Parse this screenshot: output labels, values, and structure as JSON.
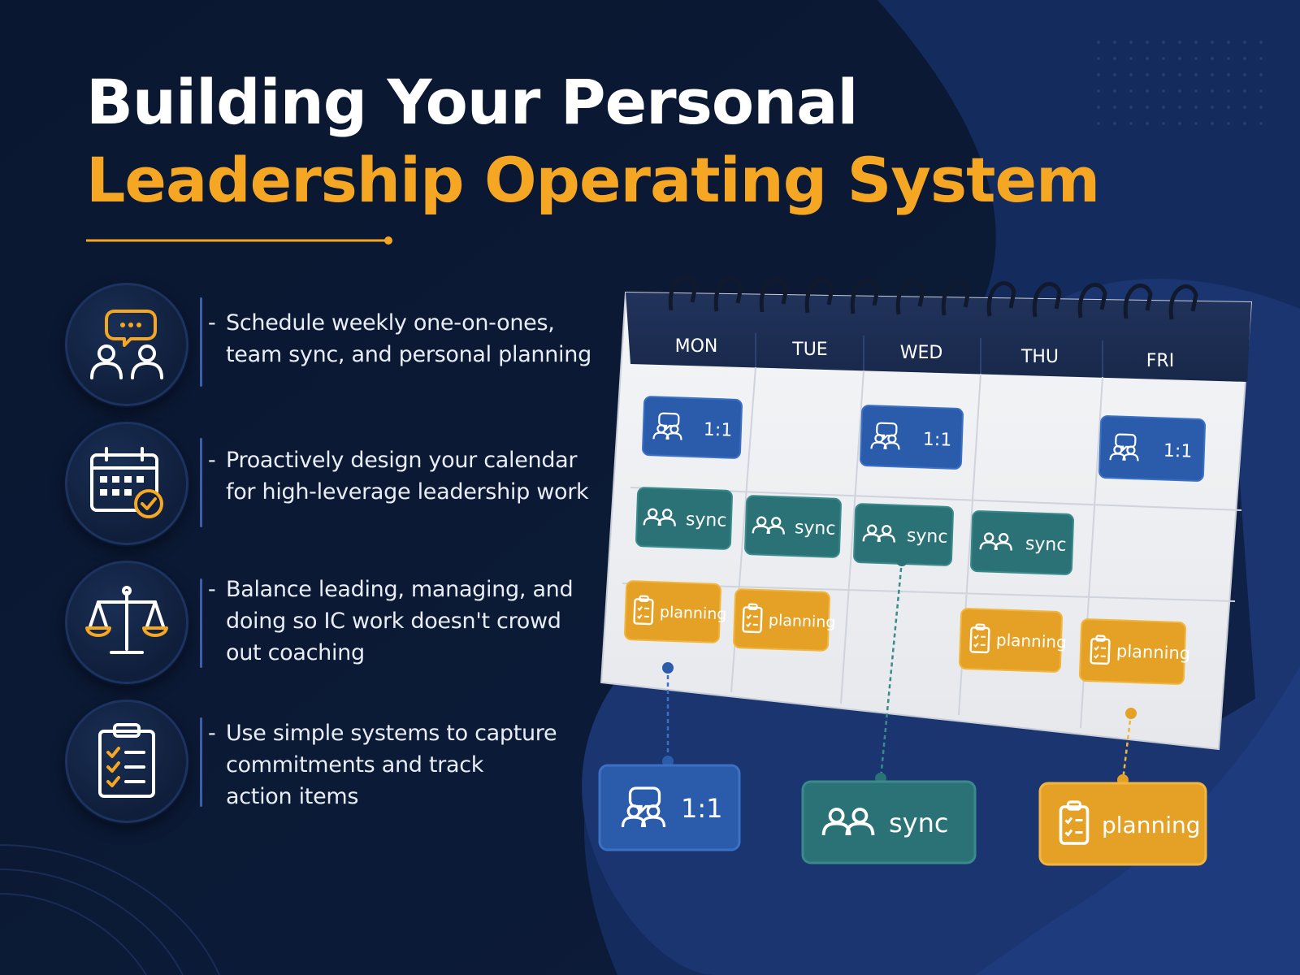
{
  "title": {
    "line1": "Building Your Personal",
    "line2": "Leadership Operating System"
  },
  "colors": {
    "background": "#0b1a33",
    "accent_orange": "#f5a623",
    "chip_blue": "#2a5cab",
    "chip_teal": "#2a7275",
    "chip_orange": "#e5a126",
    "calendar_header": "#1a2a4e"
  },
  "bullets": [
    {
      "icon": "people-chat-icon",
      "dash": "-",
      "lines": [
        "Schedule weekly one-on-ones,",
        "team sync, and personal planning"
      ]
    },
    {
      "icon": "calendar-check-icon",
      "dash": "-",
      "lines": [
        "Proactively design your calendar",
        "for high-leverage leadership work"
      ]
    },
    {
      "icon": "balance-scale-icon",
      "dash": "-",
      "lines": [
        "Balance leading, managing, and",
        "doing so IC work doesn't crowd",
        "out coaching"
      ]
    },
    {
      "icon": "clipboard-checklist-icon",
      "dash": "-",
      "lines": [
        "Use simple systems to capture",
        "commitments and track",
        "action items"
      ]
    }
  ],
  "calendar": {
    "days": [
      "MON",
      "TUE",
      "WED",
      "THU",
      "FRI"
    ],
    "chips": {
      "one_on_one": "1:1",
      "sync": "sync",
      "planning": "planning"
    }
  },
  "legend": {
    "one_on_one": "1:1",
    "sync": "sync",
    "planning": "planning"
  }
}
